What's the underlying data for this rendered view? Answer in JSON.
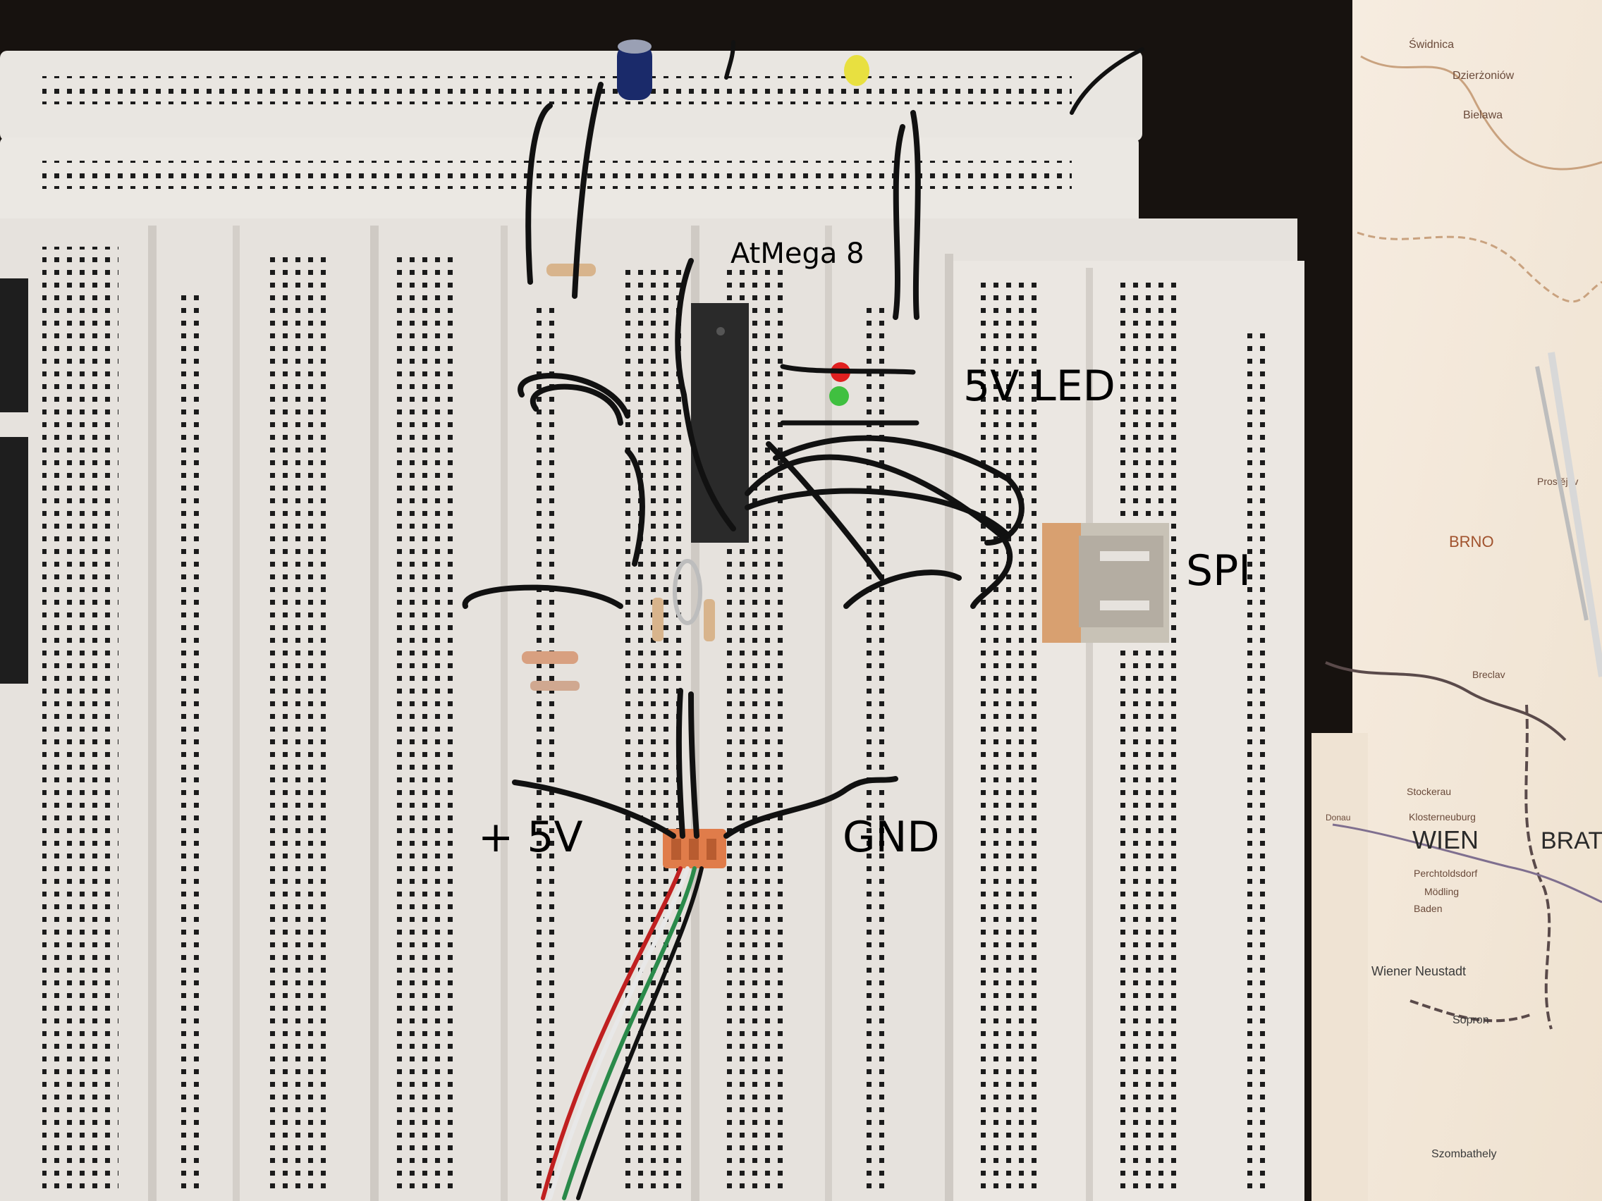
{
  "annotations": {
    "atmega": "AtMega 8",
    "led": "5V LED",
    "spi": "SPI",
    "plus5v": "+ 5V",
    "gnd": "GND"
  },
  "map_labels": {
    "city_main": "WIEN",
    "city_east": "BRATI",
    "city_north": "BRNO",
    "town_1": "Świdnica",
    "town_2": "Dzierżoniów",
    "town_3": "Bielawa",
    "town_4": "Stockerau",
    "town_5": "Klosterneuburg",
    "town_6": "Perchtoldsdorf",
    "town_7": "Mödling",
    "town_8": "Baden",
    "town_9": "Wiener Neustadt",
    "town_10": "Sopron",
    "town_11": "Szombathely",
    "town_12": "Prostějov",
    "town_13": "Breclav",
    "river_1": "Donau"
  },
  "colors": {
    "background": "#1a1512",
    "breadboard": "#ece8e2",
    "map_paper": "#f2e7d8",
    "wire_black": "#111111",
    "led_red": "#e02020",
    "led_green": "#40c040",
    "led_yellow": "#e8e040",
    "connector_orange": "#e07c4a",
    "chip": "#2a2a2a",
    "usb_metal": "#c8c2b6"
  }
}
